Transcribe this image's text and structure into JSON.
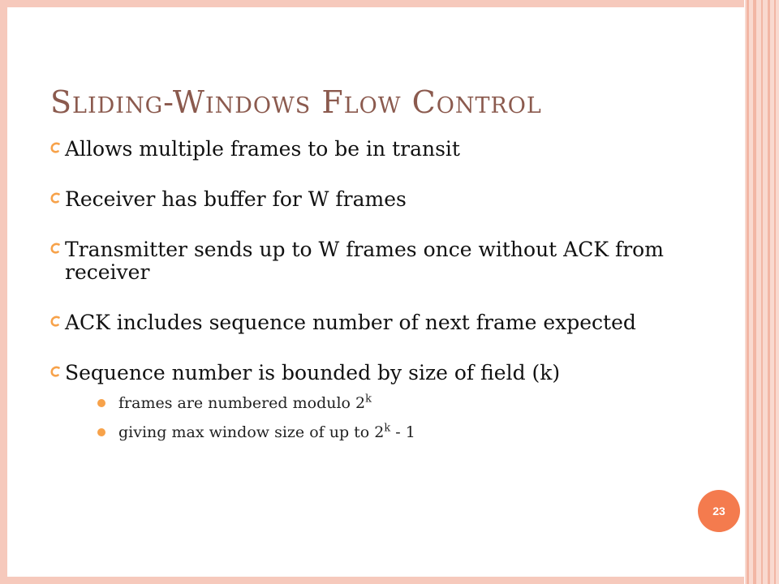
{
  "slide": {
    "title": "Sliding-Windows Flow Control",
    "bullets": [
      {
        "text": "Allows multiple frames to be in transit"
      },
      {
        "text": "Receiver has buffer for W frames"
      },
      {
        "text": "Transmitter sends up to W frames once without ACK from receiver"
      },
      {
        "text": "ACK includes sequence number of next frame expected"
      },
      {
        "text": "Sequence number is bounded by size of field (k)"
      }
    ],
    "sub_bullets": [
      {
        "text": "frames are numbered modulo 2",
        "sup": "k",
        "after": ""
      },
      {
        "text": "giving max window size of up to 2",
        "sup": "k",
        "after": " - 1"
      }
    ],
    "page_number": "23"
  },
  "colors": {
    "title": "#8b5a4e",
    "accent": "#f47b4e",
    "bullet_icon": "#f7a24a",
    "frame": "#f6c9bc"
  },
  "icons": {
    "main_bullet": "curl-bullet-icon",
    "sub_bullet": "dot-bullet-icon"
  }
}
